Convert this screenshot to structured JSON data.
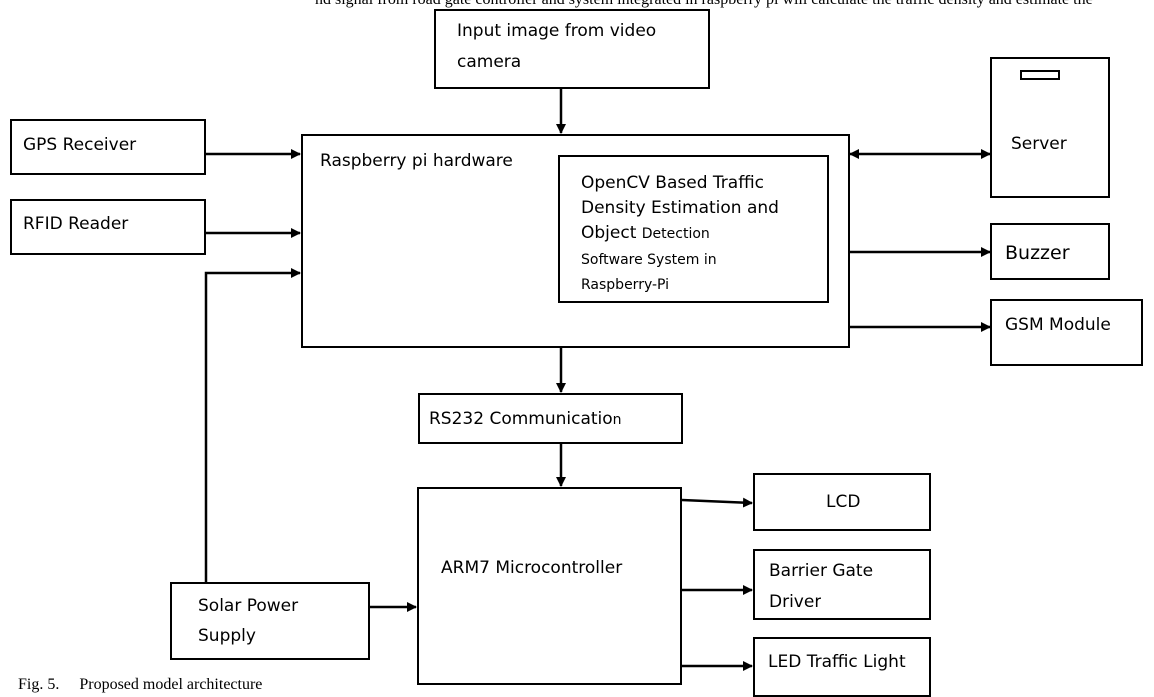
{
  "header_cut_text": "nd signal from road gate controller and system integrated in raspberry pi will calculate the traffic density and estimate the",
  "blocks": {
    "input_image": "Input image from video camera",
    "input_image_line1": "Input image from video",
    "input_image_line2": "camera",
    "gps": "GPS Receiver",
    "rfid": "RFID Reader",
    "raspberry": "Raspberry pi hardware",
    "opencv_line1": "OpenCV Based Traffic",
    "opencv_line2": "Density Estimation and",
    "opencv_line3a": "Object",
    "opencv_line3b": "Detection",
    "opencv_line4": "Software System in",
    "opencv_line5": "Raspberry-Pi",
    "server": "Server",
    "buzzer": "Buzzer",
    "gsm": "GSM Module",
    "rs232a": "RS232 Communicatio",
    "rs232b": "n",
    "arm7": "ARM7 Microcontroller",
    "lcd": "LCD",
    "barrier_line1": "Barrier Gate",
    "barrier_line2": "Driver",
    "led": "LED Traffic Light",
    "solar_line1": "Solar Power",
    "solar_line2": "Supply"
  },
  "caption": {
    "fig": "Fig. 5.",
    "text": "Proposed model architecture"
  }
}
